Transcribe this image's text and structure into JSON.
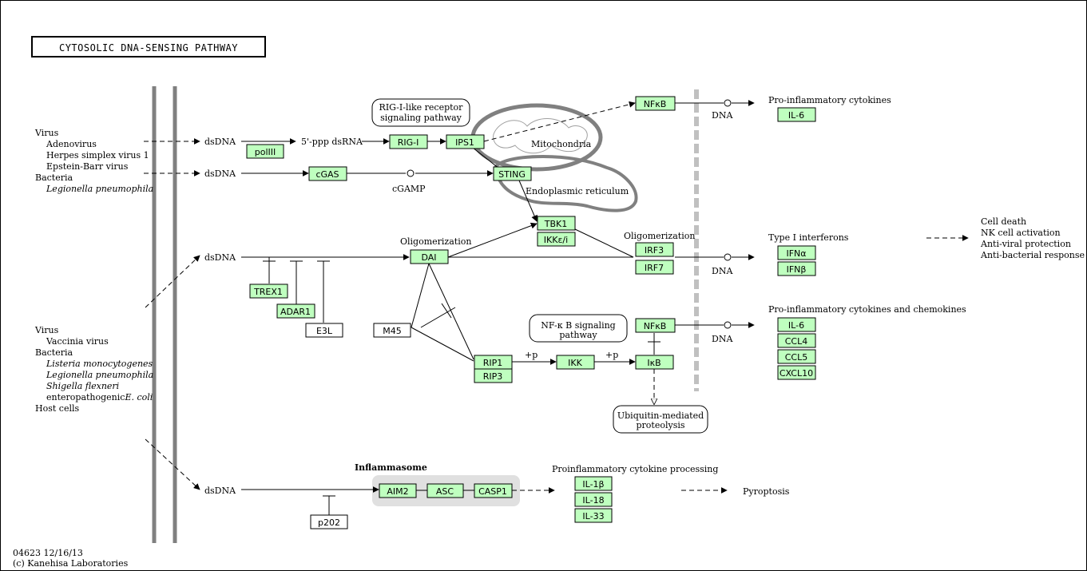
{
  "title": "CYTOSOLIC DNA-SENSING PATHWAY",
  "footer": {
    "code": "04623 12/16/13",
    "copyright": "(c) Kanehisa Laboratories"
  },
  "pathogens_top": {
    "virus": "Virus",
    "virus_items": [
      "Adenovirus",
      "Herpes simplex virus 1",
      "Epstein-Barr virus"
    ],
    "bacteria": "Bacteria",
    "bacteria_items": [
      "Legionella pneumophila"
    ]
  },
  "pathogens_bottom": {
    "virus": "Virus",
    "virus_items": [
      "Vaccinia virus"
    ],
    "bacteria": "Bacteria",
    "bacteria_items": [
      "Listeria monocytogenes",
      "Legionella pneumophila",
      "Shigella flexneri"
    ],
    "ecoli_prefix": "enteropathogenic",
    "ecoli_name": "E. coli",
    "host": "Host cells"
  },
  "compounds": {
    "dsdna": "dsDNA",
    "ppp_dsrna": "5'-ppp dsRNA",
    "cgamp": "cGAMP",
    "dna": "DNA"
  },
  "genes": {
    "polIII": "polIII",
    "rigi": "RIG-I",
    "ips1": "IPS1",
    "cgas": "cGAS",
    "sting": "STING",
    "nfkb": "NFκB",
    "il6": "IL-6",
    "tbk1": "TBK1",
    "ikke": "IKKε/i",
    "dai": "DAI",
    "irf3": "IRF3",
    "irf7": "IRF7",
    "ifna": "IFNα",
    "ifnb": "IFNβ",
    "trex1": "TREX1",
    "adar1": "ADAR1",
    "e3l": "E3L",
    "m45": "M45",
    "rip1": "RIP1",
    "rip3": "RIP3",
    "ikk": "IKK",
    "ikb": "IκB",
    "ccl4": "CCL4",
    "ccl5": "CCL5",
    "cxcl10": "CXCL10",
    "aim2": "AIM2",
    "asc": "ASC",
    "casp1": "CASP1",
    "il1b": "IL-1β",
    "il18": "IL-18",
    "il33": "IL-33",
    "p202": "p202"
  },
  "maps": {
    "rig_line1": "RIG-I-like receptor",
    "rig_line2": "signaling pathway",
    "nfkb_line1": "NF-κ B signaling",
    "nfkb_line2": "pathway",
    "ubi_line1": "Ubiquitin-mediated",
    "ubi_line2": "proteolysis"
  },
  "labels": {
    "mitochondria": "Mitochondria",
    "er": "Endoplasmic reticulum",
    "oligomerization": "Oligomerization",
    "plus_p": "+p",
    "inflammasome": "Inflammasome",
    "pro_cytokines": "Pro-inflammatory cytokines",
    "type1_ifn": "Type I interferons",
    "pro_cyto_chemo": "Pro-inflammatory cytokines and chemokines",
    "processing": "Proinflammatory cytokine processing",
    "pyroptosis": "Pyroptosis",
    "outcomes": [
      "Cell death",
      "NK cell activation",
      "Anti-viral protection",
      "Anti-bacterial response"
    ]
  },
  "colors": {
    "gene_fill": "#bfffbf",
    "membrane": "#808080",
    "nucleus_dash": "#c0c0c0",
    "inflammasome_bg": "#e0e0e0"
  }
}
